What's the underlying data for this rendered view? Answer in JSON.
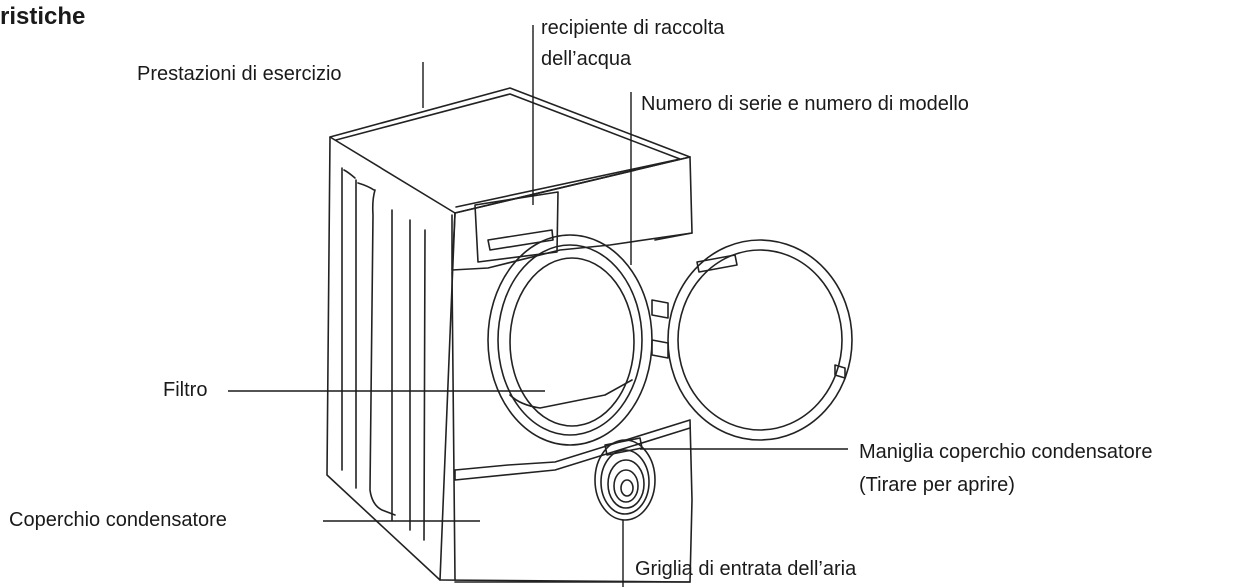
{
  "page": {
    "title": "ristiche"
  },
  "labels": {
    "water_container_line1": "recipiente di raccolta",
    "water_container_line2": "dell’acqua",
    "performance": "Prestazioni di esercizio",
    "serial_number": "Numero di serie e numero di modello",
    "filter": "Filtro",
    "condenser_handle_line1": "Maniglia coperchio condensatore",
    "condenser_handle_line2": "(Tirare per aprire)",
    "condenser_cover": "Coperchio condensatore",
    "air_grille": "Griglia di entrata dell’aria"
  }
}
